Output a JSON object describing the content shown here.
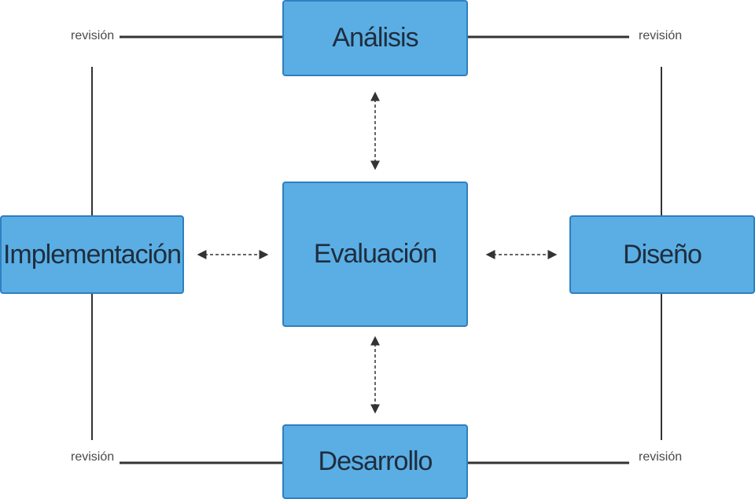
{
  "diagram": {
    "nodes": {
      "analisis": "Análisis",
      "evaluacion": "Evaluación",
      "implementacion": "Implementación",
      "diseno": "Diseño",
      "desarrollo": "Desarrollo"
    },
    "revision_labels": {
      "top_left": "revisión",
      "top_right": "revisión",
      "bottom_left": "revisión",
      "bottom_right": "revisión"
    },
    "connections": [
      {
        "from": "Implementación",
        "to": "Análisis",
        "label": "revisión",
        "style": "solid"
      },
      {
        "from": "Análisis",
        "to": "Diseño",
        "label": "revisión",
        "style": "solid"
      },
      {
        "from": "Implementación",
        "to": "Desarrollo",
        "label": "revisión",
        "style": "solid"
      },
      {
        "from": "Diseño",
        "to": "Desarrollo",
        "label": "revisión",
        "style": "solid"
      },
      {
        "from": "Evaluación",
        "to": "Análisis",
        "style": "dashed",
        "bidirectional": true
      },
      {
        "from": "Evaluación",
        "to": "Implementación",
        "style": "dashed",
        "bidirectional": true
      },
      {
        "from": "Evaluación",
        "to": "Diseño",
        "style": "dashed",
        "bidirectional": true
      },
      {
        "from": "Evaluación",
        "to": "Desarrollo",
        "style": "dashed",
        "bidirectional": true
      }
    ],
    "colors": {
      "node_fill": "#5aaee4",
      "node_border": "#2f7fc0",
      "node_text": "#1f2d3d",
      "line": "#333333",
      "label": "#4a4a4a"
    }
  }
}
